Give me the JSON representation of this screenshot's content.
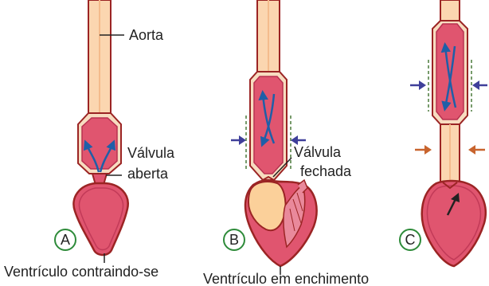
{
  "labels": {
    "aorta": "Aorta",
    "valve_open_1": "Válvula",
    "valve_open_2": "aberta",
    "valve_closed_1": "Válvula",
    "valve_closed_2": "fechada"
  },
  "panels": {
    "a": {
      "letter": "A",
      "caption": "Ventrículo contraindo-se"
    },
    "b": {
      "letter": "B",
      "caption": "Ventrículo em enchimento"
    },
    "c": {
      "letter": "C",
      "caption": ""
    }
  },
  "colors": {
    "outline": "#9b2424",
    "blood": "#e0556f",
    "aorta_wall": "#fbd6b0",
    "atrium": "#fbd09a",
    "flow_arrow": "#1e5fa8",
    "pressure_arrow": "#3f3f9a",
    "recoil_arrow": "#c8642e",
    "stretch_marks": "#4a7a3a",
    "panel_circle": "#2e8b3a"
  }
}
